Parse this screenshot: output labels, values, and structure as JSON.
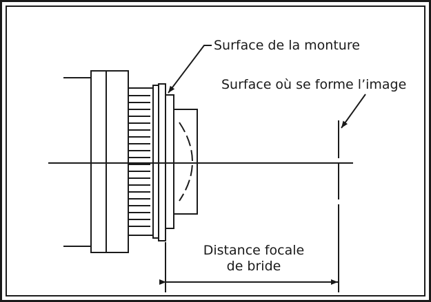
{
  "labels": {
    "mount_surface": "Surface de la monture",
    "image_surface": "Surface où se forme l’image",
    "flange_distance_line1": "Distance focale",
    "flange_distance_line2": "de bride"
  },
  "colors": {
    "stroke": "#1a1a1a",
    "background": "#ffffff"
  }
}
